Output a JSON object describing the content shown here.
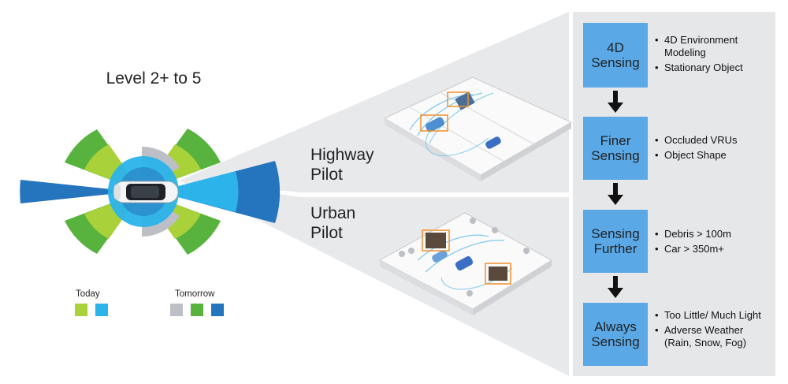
{
  "title": "Level 2+ to 5",
  "legend": {
    "today_label": "Today",
    "tomorrow_label": "Tomorrow",
    "today_colors": [
      "#a8d13a",
      "#2bb3ea"
    ],
    "tomorrow_colors": [
      "#bdbfc6",
      "#58b33e",
      "#2574be"
    ]
  },
  "scenes": [
    {
      "label_line1": "Highway",
      "label_line2": "Pilot"
    },
    {
      "label_line1": "Urban",
      "label_line2": "Pilot"
    }
  ],
  "steps": [
    {
      "line1": "4D",
      "line2": "Sensing",
      "bullets": [
        "4D Environment Modeling",
        "Stationary Object"
      ]
    },
    {
      "line1": "Finer",
      "line2": "Sensing",
      "bullets": [
        "Occluded VRUs",
        "Object Shape"
      ]
    },
    {
      "line1": "Sensing",
      "line2": "Further",
      "bullets": [
        "Debris > 100m",
        "Car > 350m+"
      ]
    },
    {
      "line1": "Always",
      "line2": "Sensing",
      "bullets": [
        "Too Little/ Much Light",
        "Adverse Weather (Rain, Snow, Fog)"
      ]
    }
  ],
  "colors": {
    "step_box": "#5aa8e6",
    "panel": "#e6e7e9",
    "arrow": "#111111",
    "accent_orange": "#f0902a"
  }
}
